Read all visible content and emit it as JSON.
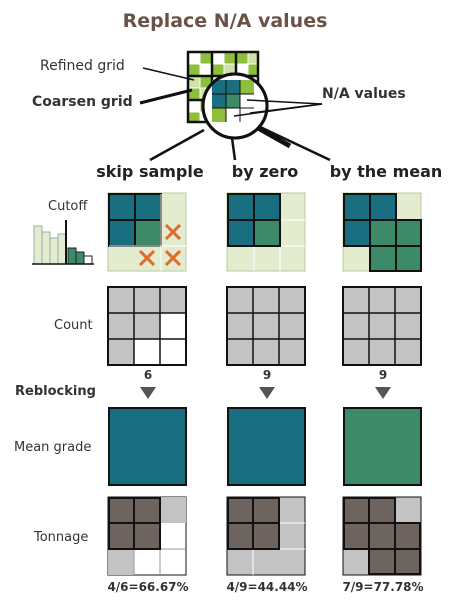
{
  "title": "Replace N/A values",
  "labels": {
    "refined_grid": "Refined grid",
    "coarsen_grid": "Coarsen grid",
    "na_values": "N/A values"
  },
  "columns": [
    "skip sample",
    "by zero",
    "by the mean"
  ],
  "rows": {
    "cutoff": "Cutoff",
    "count": "Count",
    "reblocking": "Reblocking",
    "mean_grade": "Mean grade",
    "tonnage": "Tonnage"
  },
  "counts": [
    "6",
    "9",
    "9"
  ],
  "percentages": [
    "4/6=66.67%",
    "4/9=44.44%",
    "7/9=77.78%"
  ],
  "colors": {
    "teal": "#196e7f",
    "green": "#3c8a68",
    "light_green": "#e4ecd0",
    "gray": "#c3c3c3",
    "dark_gray": "#6d635f",
    "title_brown": "#6b5248",
    "cross": "#e06a2a"
  }
}
